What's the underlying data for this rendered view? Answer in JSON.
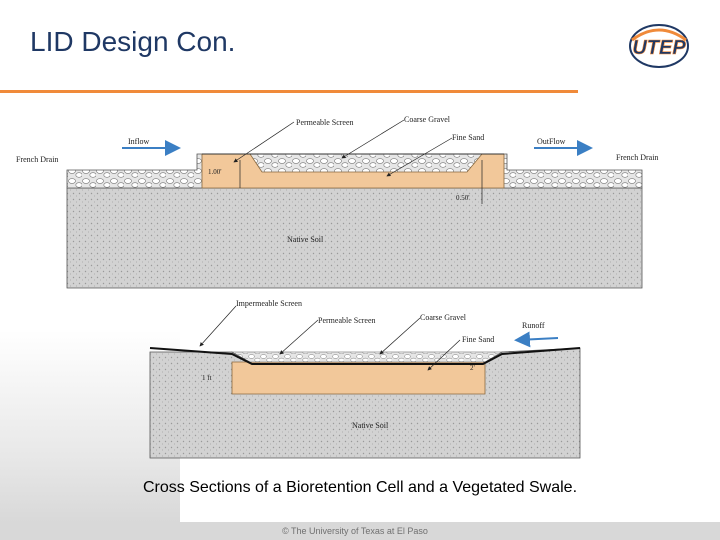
{
  "slide": {
    "title": "LID Design Con.",
    "logo_text": "UTEP",
    "caption": "Cross Sections of a Bioretention Cell and a Vegetated Swale.",
    "copyright": "© The University of Texas at El Paso"
  },
  "diagram_top": {
    "labels": {
      "permeable_screen": "Permeable Screen",
      "coarse_gravel": "Coarse Gravel",
      "fine_sand": "Fine Sand",
      "inflow": "Inflow",
      "outflow": "OutFlow",
      "french_drain_left": "French Drain",
      "french_drain_right": "French Drain",
      "depth_left": "1.00'",
      "depth_right": "0.50'",
      "native_soil": "Native Soil"
    }
  },
  "diagram_bottom": {
    "labels": {
      "impermeable_screen": "Impermeable Screen",
      "permeable_screen": "Permeable Screen",
      "coarse_gravel": "Coarse Gravel",
      "fine_sand": "Fine Sand",
      "runoff": "Runoff",
      "depth_left": "1 ft",
      "depth_right": "2'",
      "native_soil": "Native Soil"
    }
  },
  "colors": {
    "title": "#1f3864",
    "accent_rule": "#f08a3a",
    "sand": "#f2c89a",
    "soil": "#d2d2d2",
    "arrow": "#3b7fc4",
    "logo_navy": "#1f3864",
    "logo_orange": "#f08a3a"
  }
}
